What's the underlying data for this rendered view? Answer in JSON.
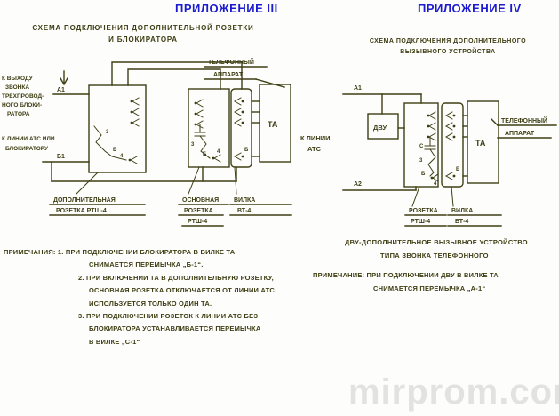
{
  "colors": {
    "ink": "#3e3e14",
    "title_blue": "#1b1bd0",
    "watermark_gray": "#e2e2e2",
    "background": "#fdfdfb"
  },
  "watermark": "mirprom.com",
  "left": {
    "title": "ПРИЛОЖЕНИЕ III",
    "subtitle1": "Схема подключения дополнительной розетки",
    "subtitle2": "и блокиратора",
    "diagram": {
      "phone1": "Телефонный",
      "phone2": "аппарат",
      "bell_label": [
        "К выходу",
        "звонка",
        "трехпровод-",
        "ного блоки-",
        "ратора"
      ],
      "a1": "А1",
      "line1": "К линии АТС или",
      "line2": "блокиратору",
      "b1": "Б1",
      "ta": "ТА",
      "contacts": {
        "c3": "3",
        "cb": "б",
        "c4": "4"
      },
      "socket1_l1": "Дополнительная",
      "socket1_l2": "розетка РТШ-4",
      "socket2_l1": "Основная",
      "socket2_l2": "розетка",
      "socket2_l3": "РТШ-4",
      "plug_l1": "Вилка",
      "plug_l2": "ВТ-4"
    },
    "notes": {
      "heading": "Примечания:",
      "lines": [
        "1. При подключении блокиратора в вилке ТА",
        "снимается перемычка „б-1“.",
        "2. При включении ТА в дополнительную розетку,",
        "основная розетка отключается от линии АТС.",
        "Используется только один ТА.",
        "3. При подключении розеток к линии АТС без",
        "блокиратора устанавливается перемычка",
        "в вилке „с-1“"
      ]
    }
  },
  "right": {
    "title": "ПРИЛОЖЕНИЕ IV",
    "subtitle1": "Схема подключения дополнительного",
    "subtitle2": "вызывного устройства",
    "diagram": {
      "a1": "А1",
      "a2": "А2",
      "line1": "К линии",
      "line2": "АТС",
      "dvu": "ДВУ",
      "ta": "ТА",
      "phone1": "Телефонный",
      "phone2": "аппарат",
      "contacts": {
        "cs": "с",
        "c3": "3",
        "cb": "б",
        "c4": "4"
      },
      "socket_l1": "Розетка",
      "socket_l2": "РТШ-4",
      "plug_l1": "Вилка",
      "plug_l2": "ВТ-4"
    },
    "dvu_line1": "ДВУ-дополнительное вызывное устройство",
    "dvu_line2": "типа звонка телефонного",
    "note_heading": "Примечание:",
    "note_line1": "при подключении ДВУ в вилке ТА",
    "note_line2": "снимается перемычка „а-1“"
  }
}
